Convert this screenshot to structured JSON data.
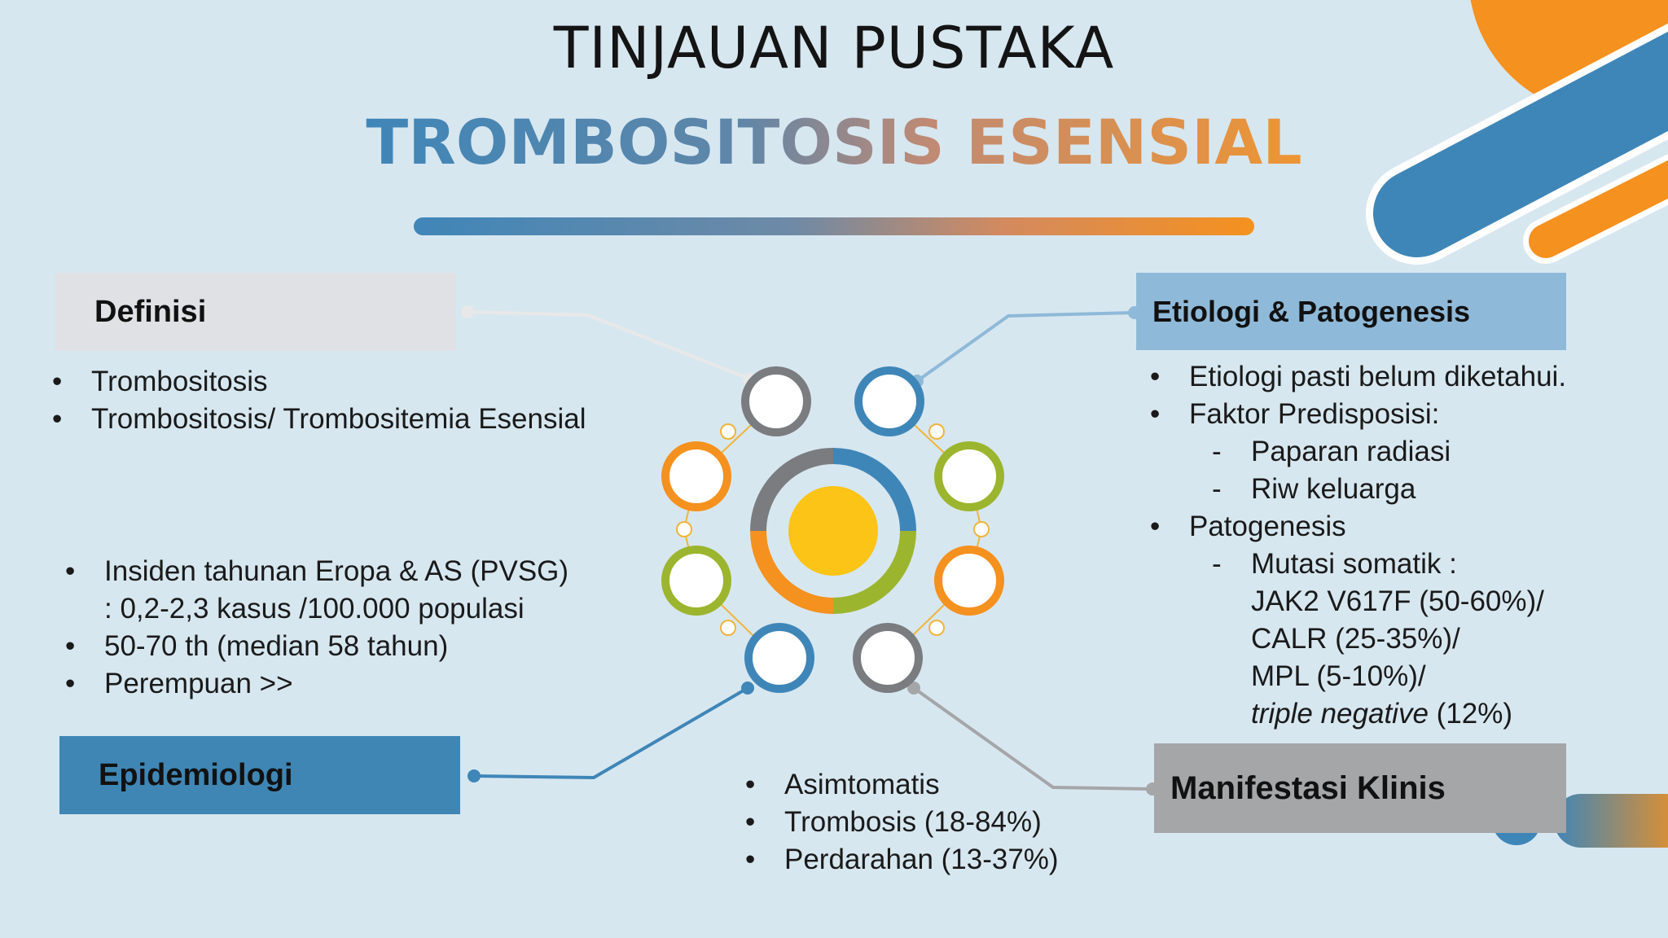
{
  "header": {
    "title": "TINJAUAN PUSTAKA",
    "subtitle": "TROMBOSITOSIS ESENSIAL"
  },
  "definisi": {
    "label": "Definisi",
    "items": [
      "Trombositosis",
      "Trombositosis/ Trombositemia Esensial"
    ]
  },
  "epidemiologi": {
    "label": "Epidemiologi",
    "items": [
      "Insiden tahunan Eropa & AS (PVSG)",
      ": 0,2-2,3 kasus /100.000 populasi",
      "50-70 th (median 58 tahun)",
      "Perempuan >>"
    ]
  },
  "etiologi": {
    "label": "Etiologi & Patogenesis",
    "item1": "Etiologi pasti belum diketahui.",
    "item2": "Faktor Predisposisi:",
    "predisposisi": [
      "Paparan radiasi",
      "Riw keluarga"
    ],
    "item3": "Patogenesis",
    "mutasi_label": "Mutasi somatik :",
    "mutations": [
      "JAK2 V617F (50-60%)/",
      "CALR (25-35%)/",
      "MPL (5-10%)/"
    ],
    "triple_italic": "triple negative",
    "triple_value": " (12%)"
  },
  "manifestasi": {
    "label": "Manifestasi Klinis",
    "items": [
      "Asimtomatis",
      "Trombosis (18-84%)",
      "Perdarahan (13-37%)"
    ]
  },
  "colors": {
    "blue": "#3f86b8",
    "orange": "#f5911e",
    "green": "#9cb52e",
    "gray": "#7a7c80",
    "yellow": "#fbc416"
  }
}
